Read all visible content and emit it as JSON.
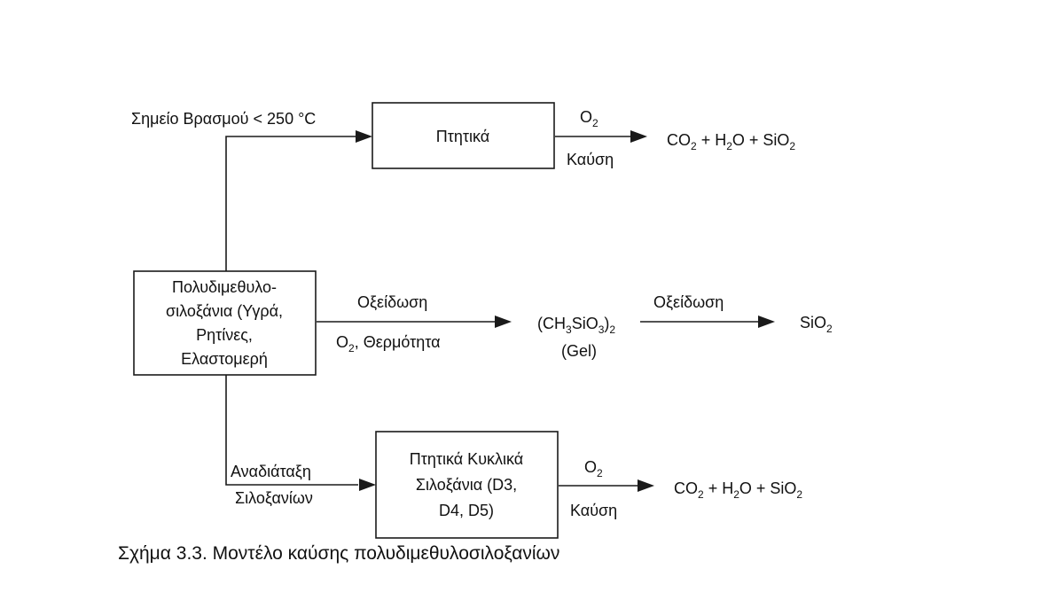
{
  "diagram": {
    "boxes": {
      "volatiles": "Πτητικά",
      "pdms": [
        "Πολυδιμεθυλο-",
        "σιλοξάνια (Υγρά,",
        "Ρητίνες,",
        "Ελαστομερή"
      ],
      "cyclic": [
        "Πτητικά Κυκλικά",
        "Σιλοξάνια (D3,",
        "D4, D5)"
      ]
    },
    "labels": {
      "boiling_point": "Σημείο Βρασμού < 250 °C",
      "o2_top": "O",
      "o2_top_sub": "2",
      "combustion_top": "Καύση",
      "oxidation_1": "Οξείδωση",
      "oxygen_heat_o": "O",
      "oxygen_heat_sub": "2",
      "oxygen_heat_rest": ", Θερμότητα",
      "oxidation_2": "Οξείδωση",
      "rearrangement_1": "Αναδιάταξη",
      "rearrangement_2": "Σιλοξανίων",
      "o2_bottom": "O",
      "o2_bottom_sub": "2",
      "combustion_bottom": "Καύση"
    },
    "products": {
      "top": {
        "co": "CO",
        "s1": "2",
        "mid1": " + H",
        "s2": "2",
        "mid2": "O + SiO",
        "s3": "2"
      },
      "gel": {
        "p1": "(CH",
        "s1": "3",
        "p2": "SiO",
        "s2": "3",
        "p3": ")",
        "s3": "2",
        "gel": "(Gel)"
      },
      "sio2": {
        "p1": "SiO",
        "s1": "2"
      },
      "bottom": {
        "co": "CO",
        "s1": "2",
        "mid1": " + H",
        "s2": "2",
        "mid2": "O + SiO",
        "s3": "2"
      }
    },
    "caption": "Σχήμα 3.3. Μοντέλο καύσης πολυδιμεθυλοσιλοξανίων"
  }
}
